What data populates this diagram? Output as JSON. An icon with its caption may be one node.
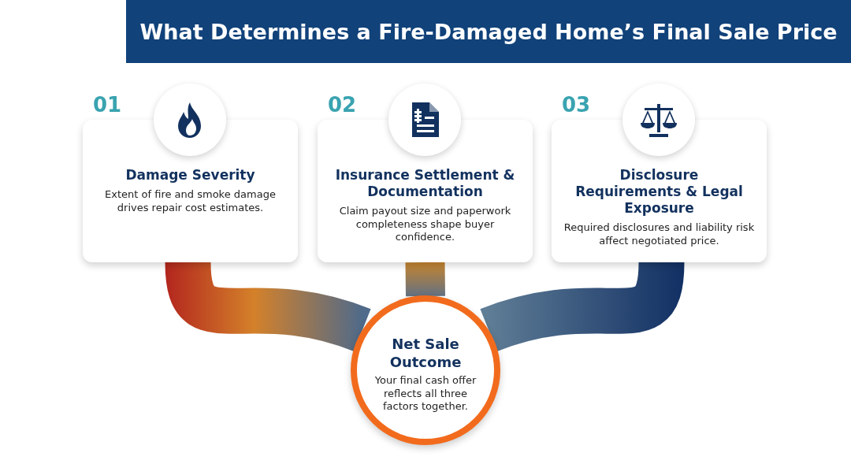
{
  "diagram": {
    "title": "What Determines a Fire-Damaged Home’s Final Sale Price",
    "nodes": [
      {
        "text": [
          "Damage Severity",
          "Extent of fire and smoke damage drives repair cost estimates."
        ],
        "beside": [
          "01"
        ]
      },
      {
        "text": [
          "Insurance Settlement & Documentation",
          "Claim payout size and paperwork completeness shape buyer confidence."
        ],
        "beside": [
          "02"
        ]
      },
      {
        "text": [
          "Disclosure Requirements & Legal Exposure",
          "Required disclosures and liability risk affect negotiated price."
        ],
        "beside": [
          "03"
        ]
      },
      {
        "text": [
          "Net Sale Outcome",
          "Your final cash offer reflects all three factors together."
        ]
      }
    ],
    "edges": [
      {
        "from": 0,
        "to": 3,
        "arrow": "none",
        "style": "thick"
      },
      {
        "from": 1,
        "to": 3,
        "arrow": "none",
        "style": "thick"
      },
      {
        "from": 2,
        "to": 3,
        "arrow": "none",
        "style": "thick"
      }
    ]
  }
}
